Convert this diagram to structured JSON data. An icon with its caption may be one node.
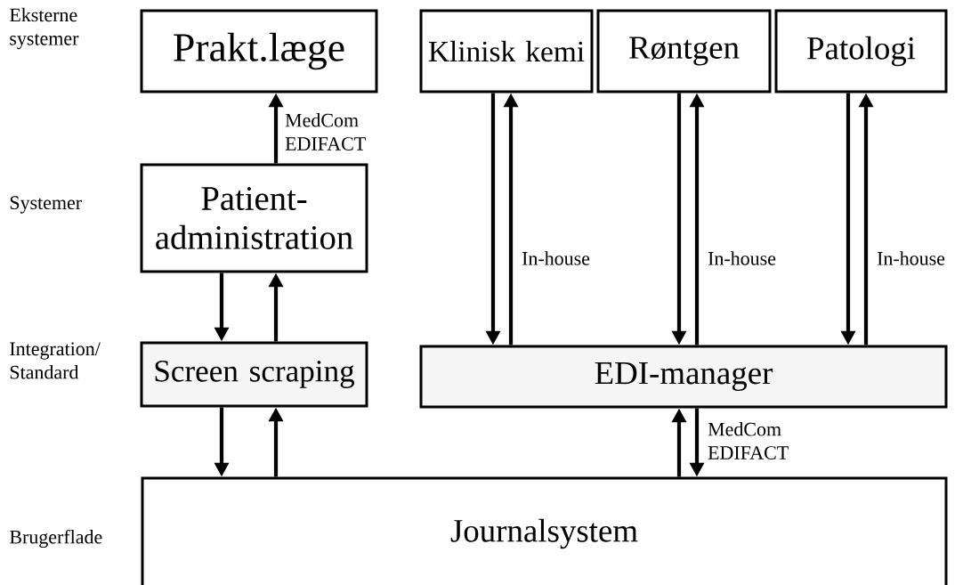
{
  "diagram": {
    "nodes": [
      {
        "text": [
          "Prakt.læge"
        ]
      },
      {
        "text": [
          "Klinisk kemi"
        ]
      },
      {
        "text": [
          "Røntgen"
        ]
      },
      {
        "text": [
          "Patologi"
        ]
      },
      {
        "text": [
          "Patient- administration"
        ]
      },
      {
        "text": [
          "Screen scraping"
        ]
      },
      {
        "text": [
          "EDI-manager"
        ]
      },
      {
        "text": [
          "Journalsystem"
        ]
      }
    ],
    "edges": [
      {
        "from": 4,
        "to": 0,
        "arrow": "to",
        "label": "MedCom EDIFACT"
      },
      {
        "from": 4,
        "to": 5,
        "arrow": "to"
      },
      {
        "from": 5,
        "to": 4,
        "arrow": "to"
      },
      {
        "from": 5,
        "to": 7,
        "arrow": "to"
      },
      {
        "from": 7,
        "to": 5,
        "arrow": "to"
      },
      {
        "from": 1,
        "to": 6,
        "arrow": "to"
      },
      {
        "from": 6,
        "to": 1,
        "arrow": "to",
        "label": "In-house"
      },
      {
        "from": 2,
        "to": 6,
        "arrow": "to"
      },
      {
        "from": 6,
        "to": 2,
        "arrow": "to",
        "label": "In-house"
      },
      {
        "from": 3,
        "to": 6,
        "arrow": "to"
      },
      {
        "from": 6,
        "to": 3,
        "arrow": "to",
        "label": "In-house"
      },
      {
        "from": 7,
        "to": 6,
        "arrow": "to"
      },
      {
        "from": 6,
        "to": 7,
        "arrow": "to",
        "label": "MedCom EDIFACT"
      }
    ],
    "labels": [
      "Eksterne systemer",
      "Systemer",
      "Integration/ Standard",
      "Brugerflade"
    ]
  }
}
